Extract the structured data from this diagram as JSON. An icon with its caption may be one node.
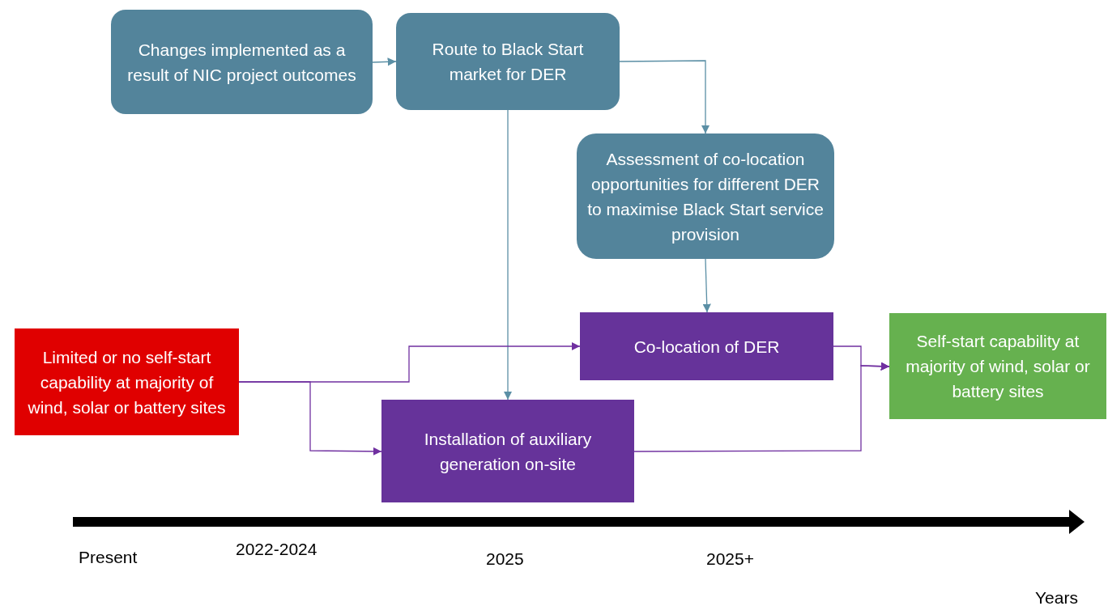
{
  "diagram": {
    "nodes": [
      {
        "text": [
          "Changes implemented as a result of NIC project outcomes"
        ]
      },
      {
        "text": [
          "Route to Black Start market for DER"
        ]
      },
      {
        "text": [
          "Assessment of co-location opportunities for different DER to maximise Black Start service provision"
        ]
      },
      {
        "text": [
          "Limited or no self-start capability at majority of wind, solar or battery sites"
        ]
      },
      {
        "text": [
          "Co-location of DER"
        ]
      },
      {
        "text": [
          "Installation of auxiliary generation on-site"
        ]
      },
      {
        "text": [
          "Self-start capability at majority of wind, solar or battery sites"
        ]
      }
    ],
    "edges": [
      {
        "from": 0,
        "to": 1,
        "arrow": "to",
        "color": "#5b8fa5"
      },
      {
        "from": 1,
        "to": 2,
        "arrow": "to",
        "color": "#5b8fa5"
      },
      {
        "from": 1,
        "to": 5,
        "arrow": "to",
        "color": "#5b8fa5"
      },
      {
        "from": 2,
        "to": 4,
        "arrow": "to",
        "color": "#5b8fa5"
      },
      {
        "from": 3,
        "to": 4,
        "arrow": "to",
        "color": "#7030a0"
      },
      {
        "from": 3,
        "to": 5,
        "arrow": "to",
        "color": "#7030a0"
      },
      {
        "from": 4,
        "to": 6,
        "arrow": "to",
        "color": "#7030a0"
      },
      {
        "from": 5,
        "to": 6,
        "arrow": "to",
        "color": "#7030a0"
      }
    ],
    "labels": [
      "Present",
      "2022-2024",
      "2025",
      "2025+",
      "Years"
    ]
  }
}
